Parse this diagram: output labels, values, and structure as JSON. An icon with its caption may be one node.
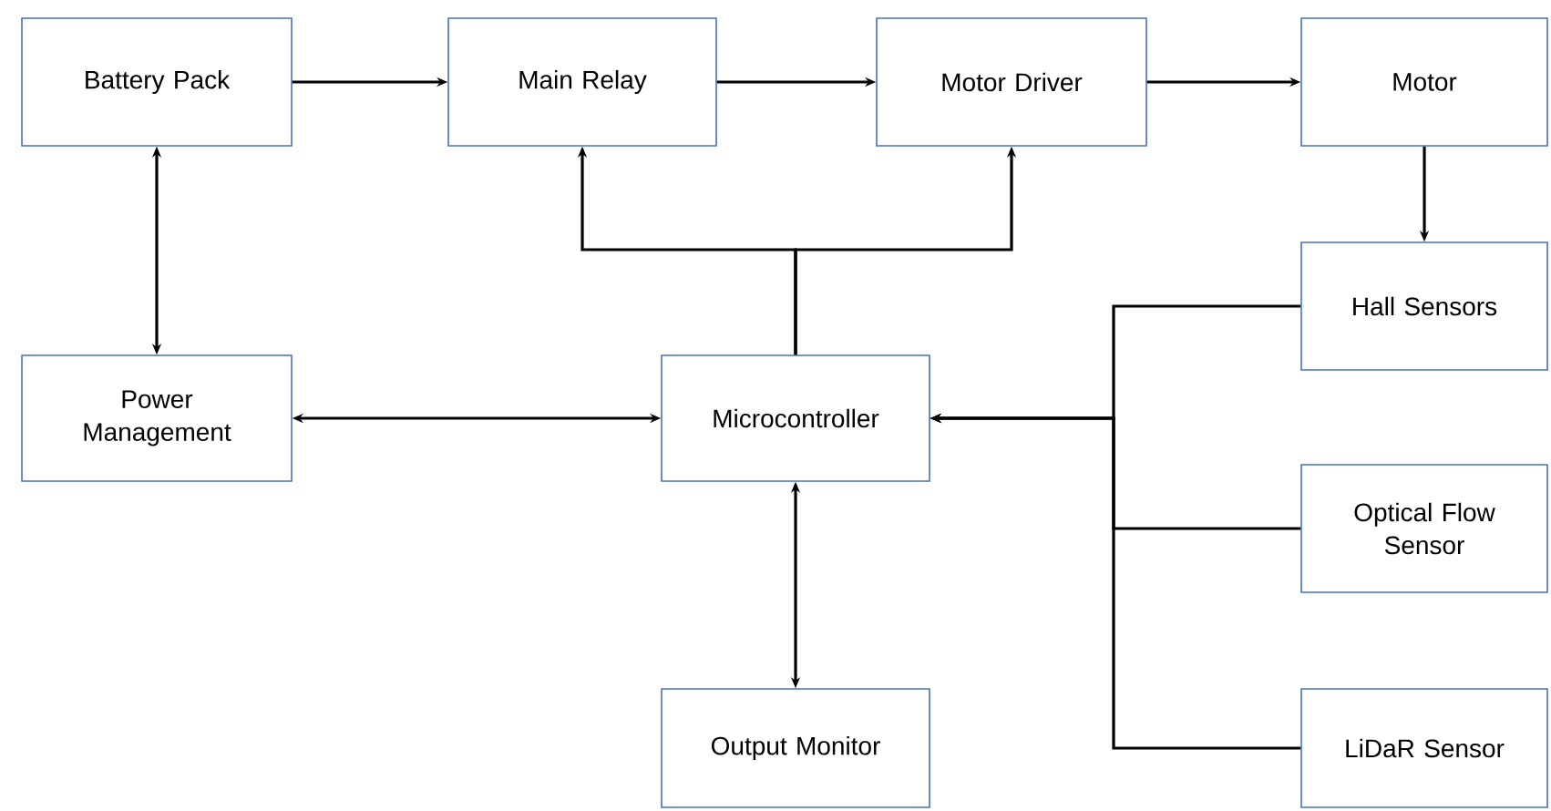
{
  "diagram": {
    "nodes": [
      {
        "text": [
          "Battery Pack"
        ]
      },
      {
        "text": [
          "Main Relay"
        ]
      },
      {
        "text": [
          "Motor Driver"
        ]
      },
      {
        "text": [
          "Motor"
        ]
      },
      {
        "text": [
          "Hall Sensors"
        ]
      },
      {
        "text": [
          "Power Management"
        ]
      },
      {
        "text": [
          "Microcontroller"
        ]
      },
      {
        "text": [
          "Optical Flow Sensor"
        ]
      },
      {
        "text": [
          "Output Monitor"
        ]
      },
      {
        "text": [
          "LiDaR Sensor"
        ]
      }
    ],
    "edges": [
      {
        "from": 0,
        "to": 1,
        "arrow": "to"
      },
      {
        "from": 1,
        "to": 2,
        "arrow": "to"
      },
      {
        "from": 2,
        "to": 3,
        "arrow": "to"
      },
      {
        "from": 3,
        "to": 4,
        "arrow": "to"
      },
      {
        "from": 0,
        "to": 5,
        "arrow": "both"
      },
      {
        "from": 6,
        "to": 1,
        "arrow": "to"
      },
      {
        "from": 6,
        "to": 2,
        "arrow": "to"
      },
      {
        "from": 5,
        "to": 6,
        "arrow": "both"
      },
      {
        "from": 4,
        "to": 6,
        "arrow": "to"
      },
      {
        "from": 7,
        "to": 6,
        "arrow": "to"
      },
      {
        "from": 9,
        "to": 6,
        "arrow": "to"
      },
      {
        "from": 6,
        "to": 8,
        "arrow": "both"
      }
    ]
  }
}
